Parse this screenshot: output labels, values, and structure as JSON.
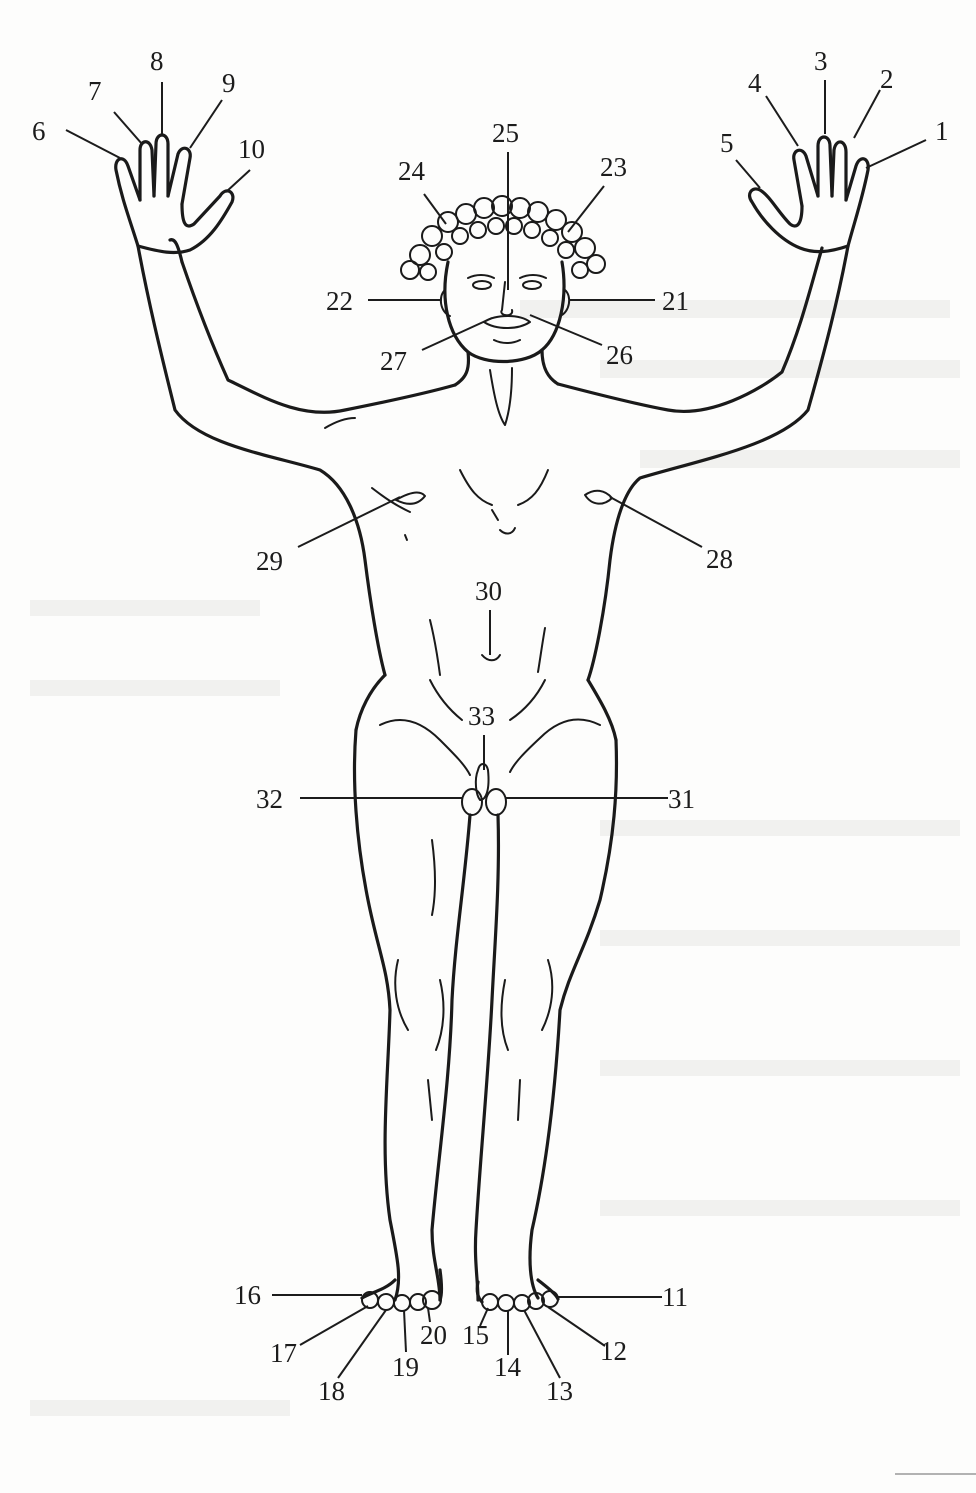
{
  "labels": {
    "1": "1",
    "2": "2",
    "3": "3",
    "4": "4",
    "5": "5",
    "6": "6",
    "7": "7",
    "8": "8",
    "9": "9",
    "10": "10",
    "11": "11",
    "12": "12",
    "13": "13",
    "14": "14",
    "15": "15",
    "16": "16",
    "17": "17",
    "18": "18",
    "19": "19",
    "20": "20",
    "21": "21",
    "22": "22",
    "23": "23",
    "24": "24",
    "25": "25",
    "26": "26",
    "27": "27",
    "28": "28",
    "29": "29",
    "30": "30",
    "31": "31",
    "32": "32",
    "33": "33"
  },
  "colors": {
    "ink": "#1a1a1a",
    "paper": "#fdfdfc"
  }
}
